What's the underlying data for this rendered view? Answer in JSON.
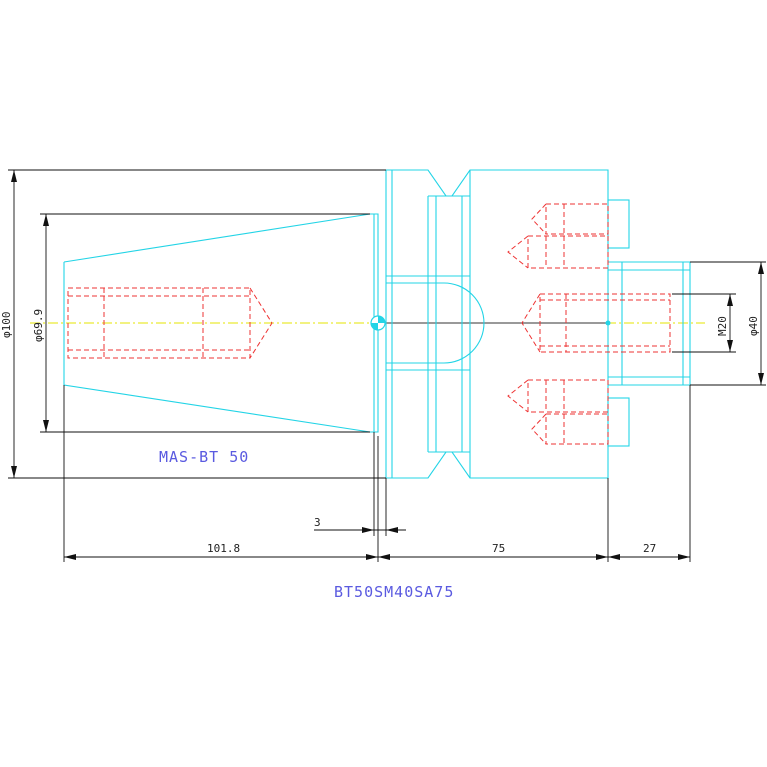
{
  "dimensions": {
    "dia_100": "φ100",
    "dia_69_9": "φ69.9",
    "m20": "M20",
    "dia_40": "φ40",
    "len_3": "3",
    "len_101_8": "101.8",
    "len_75": "75",
    "len_27": "27"
  },
  "labels": {
    "taper": "MAS-BT 50",
    "part_number": "BT50SM40SA75"
  },
  "colors": {
    "outline": "#23d4e6",
    "hidden": "#ee3333",
    "dimension": "#111111",
    "centerline": "#e6e600",
    "label": "#5a5ae0"
  }
}
